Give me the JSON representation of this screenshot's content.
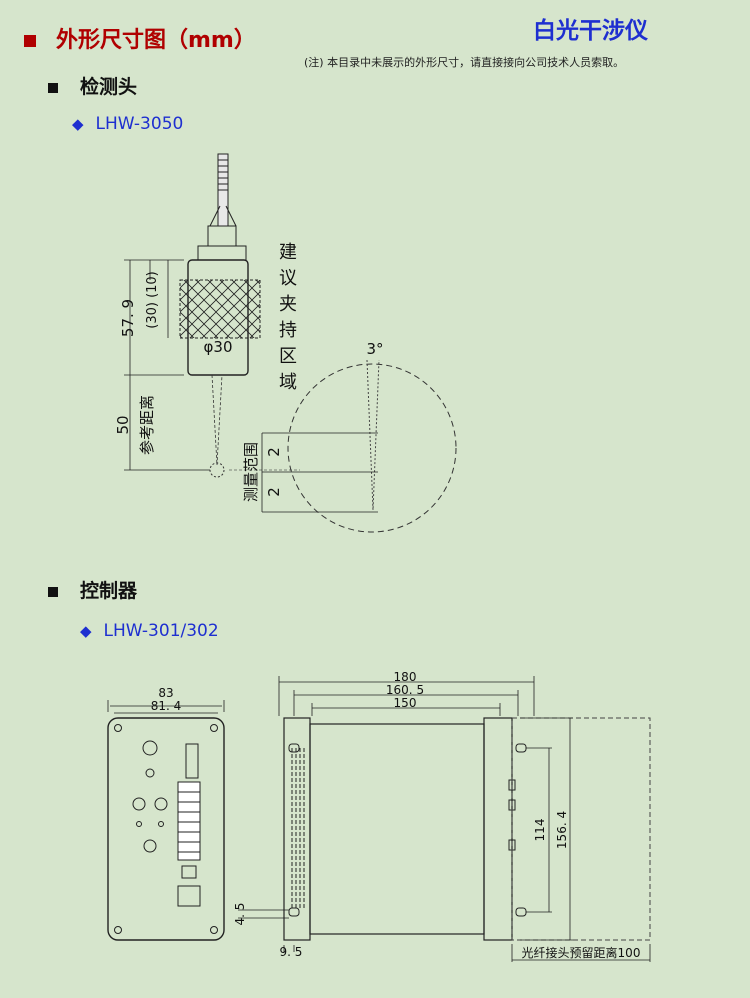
{
  "header": {
    "section_title": "外形尺寸图（mm）",
    "brand": "白光干涉仪",
    "note": "(注) 本目录中未展示的外形尺寸，请直接接向公司技术人员索取。"
  },
  "probe": {
    "heading": "检测头",
    "model": "LHW-3050",
    "dims": {
      "height": "57. 9",
      "inner": "(30) (10)",
      "diameter": "φ30",
      "ref_num": "50",
      "ref_label": "参考距离",
      "angle": "3°",
      "clamp_label": "建议夹持区域",
      "range_label": "测量范围",
      "range_a": "2",
      "range_b": "2"
    }
  },
  "controller": {
    "heading": "控制器",
    "model": "LHW-301/302",
    "dims": {
      "w_outer": "83",
      "w_inner": "81. 4",
      "d_total": "180",
      "d_mid": "160. 5",
      "d_inner": "150",
      "h_holes": "114",
      "h_total": "156. 4",
      "offset_v": "4. 5",
      "offset_h": "9. 5",
      "fiber_note": "光纤接头预留距离100"
    }
  }
}
